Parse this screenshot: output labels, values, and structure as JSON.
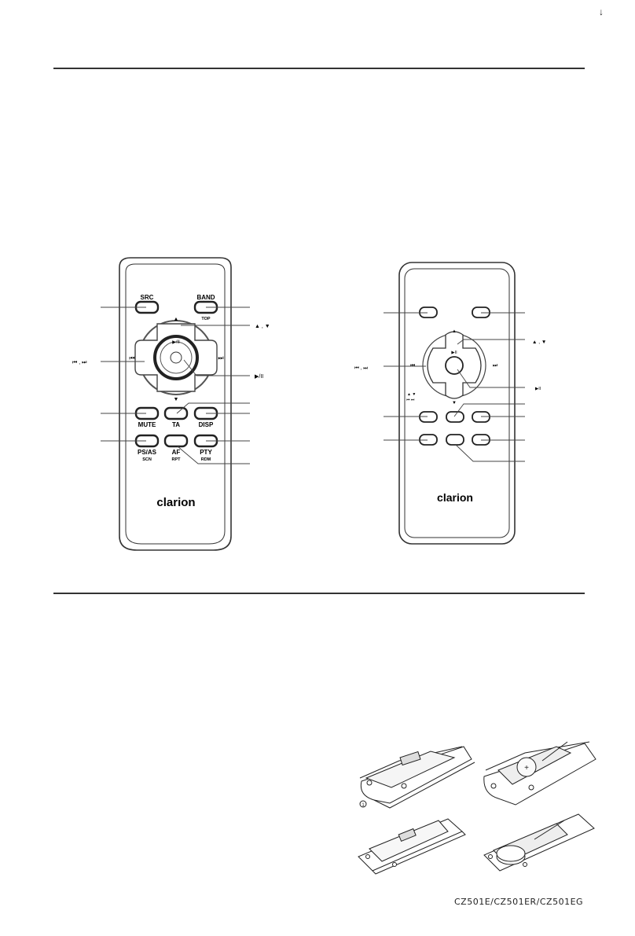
{
  "page_marker": "↓",
  "remote1": {
    "buttons": {
      "src": "SRC",
      "band": "BAND",
      "band_sub": "TOP",
      "mute": "MUTE",
      "ta": "TA",
      "disp": "DISP",
      "psas": "PS/AS",
      "psas_sub": "SCN",
      "af": "AF",
      "af_sub": "RPT",
      "pty": "PTY",
      "pty_sub": "RDM",
      "play_pause": "▶/II",
      "up": "▲",
      "down": "▼",
      "prev": "⏮",
      "next": "⏭"
    },
    "brand": "clarion"
  },
  "remote1_callouts": {
    "up_down": "▲ , ▼",
    "prev_next": "⏮ , ⏭",
    "play_pause": "▶/II"
  },
  "remote2": {
    "brand": "clarion",
    "play_pause": "▶II",
    "up": "▲",
    "down": "▼",
    "prev": "⏮",
    "next": "⏭"
  },
  "remote2_callouts": {
    "up_down": "▲ , ▼",
    "prev_next": "⏮ , ⏭",
    "play_pause": "▶II",
    "small_updown": "▲  ▼",
    "small_prevnext": "⏮ ⏭"
  },
  "battery": {
    "step_marker": "1",
    "caption": "CZ501E/CZ501ER/CZ501EG",
    "plus": "+"
  }
}
